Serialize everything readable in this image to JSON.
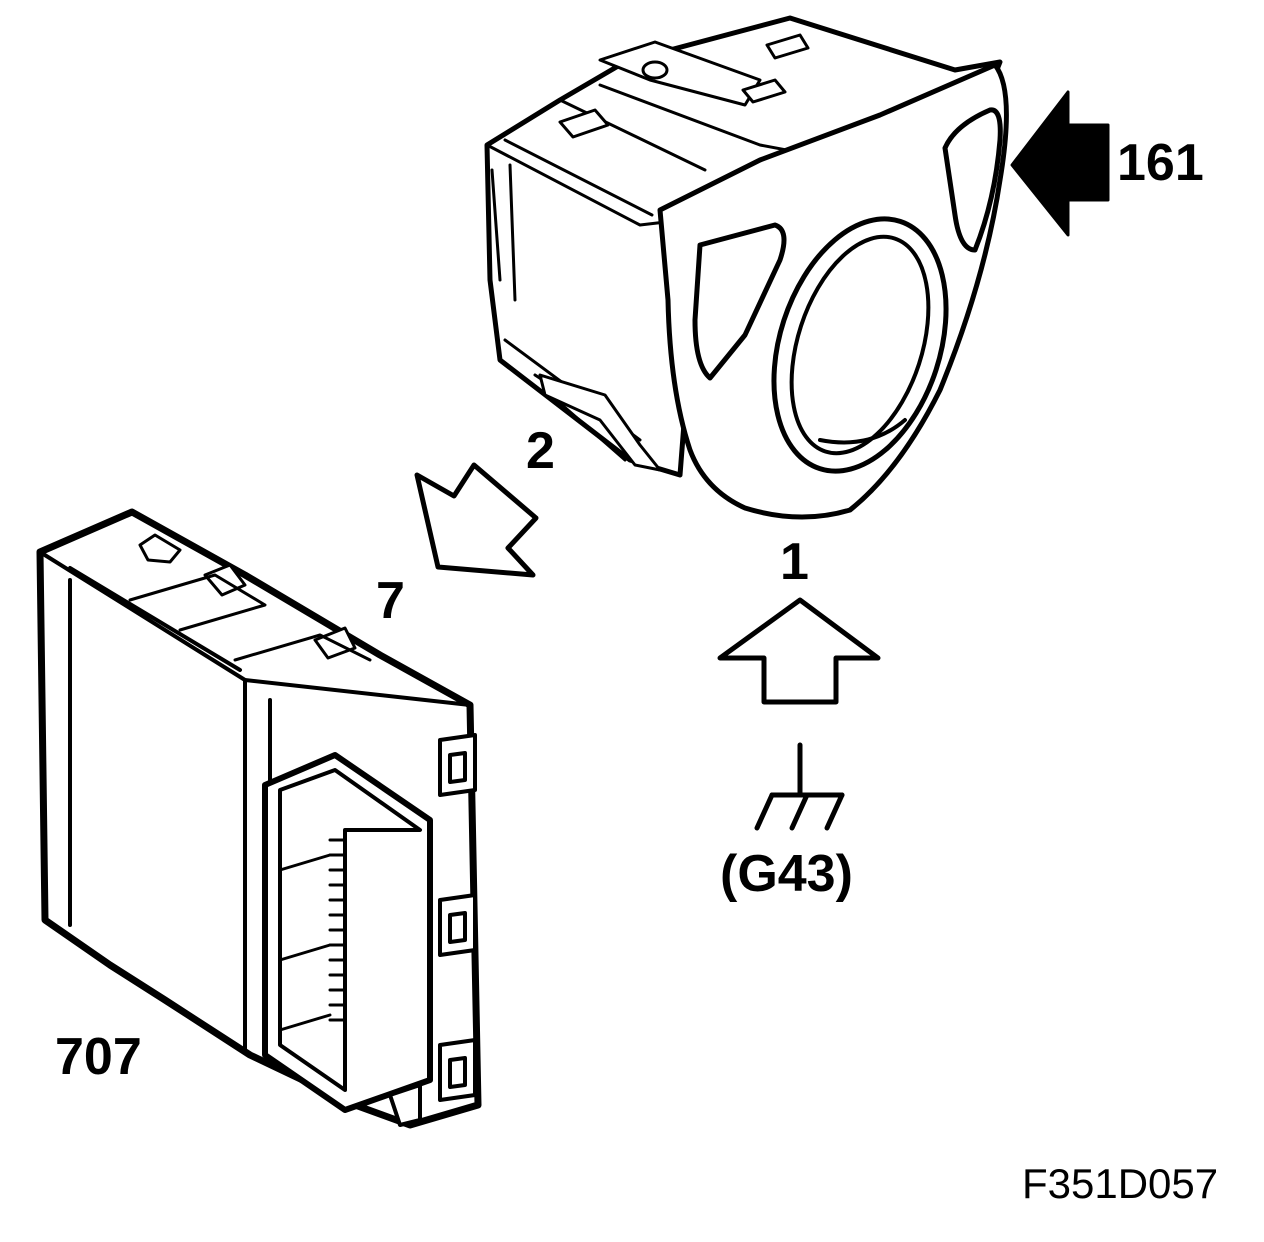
{
  "callouts": {
    "switch_label": "161",
    "pin_label": "2",
    "item_label": "1",
    "connector_label": "7",
    "module_label": "707",
    "ground_label": "(G43)"
  },
  "figure_ref": "F351D057",
  "icons": [
    "ground-icon",
    "arrow-up-icon",
    "arrow-left-icon",
    "arrow-down-left-icon"
  ],
  "colors": {
    "ink": "#000000",
    "paper": "#ffffff"
  }
}
